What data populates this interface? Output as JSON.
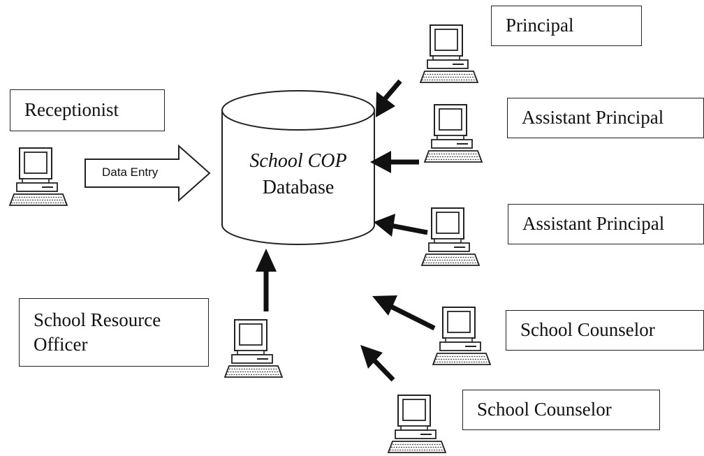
{
  "database": {
    "title": "School COP",
    "subtitle": "Database"
  },
  "data_entry_label": "Data Entry",
  "roles": {
    "receptionist": "Receptionist",
    "principal": "Principal",
    "assistant_principal_1": "Assistant Principal",
    "assistant_principal_2": "Assistant Principal",
    "school_resource_officer_line1": "School Resource",
    "school_resource_officer_line2": "Officer",
    "school_counselor_1": "School Counselor",
    "school_counselor_2": "School Counselor"
  },
  "icons": {
    "computer": "computer-icon",
    "database": "database-cylinder-icon",
    "arrow": "arrow-icon"
  }
}
